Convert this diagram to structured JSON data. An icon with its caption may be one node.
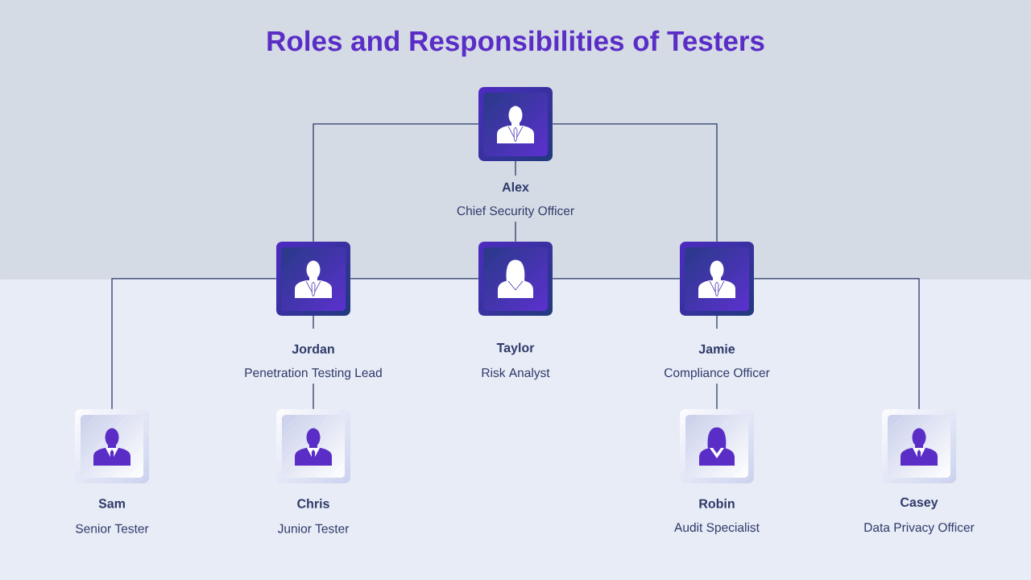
{
  "diagram": {
    "title": "Roles and Responsibilities of Testers",
    "nodes": [
      {
        "text": [
          "Alex",
          "Chief Security Officer"
        ]
      },
      {
        "text": [
          "Jordan",
          "Penetration Testing Lead"
        ]
      },
      {
        "text": [
          "Taylor",
          "Risk Analyst"
        ]
      },
      {
        "text": [
          "Jamie",
          "Compliance Officer"
        ]
      },
      {
        "text": [
          "Sam",
          "Senior Tester"
        ]
      },
      {
        "text": [
          "Chris",
          "Junior Tester"
        ]
      },
      {
        "text": [
          "Robin",
          "Audit Specialist"
        ]
      },
      {
        "text": [
          "Casey",
          "Data Privacy Officer"
        ]
      }
    ],
    "edges": [
      {
        "from": 0,
        "to": 1,
        "arrow": "none"
      },
      {
        "from": 0,
        "to": 2,
        "arrow": "none"
      },
      {
        "from": 0,
        "to": 3,
        "arrow": "none"
      },
      {
        "from": 1,
        "to": 4,
        "arrow": "none"
      },
      {
        "from": 1,
        "to": 5,
        "arrow": "none"
      },
      {
        "from": 1,
        "to": 2,
        "arrow": "none"
      },
      {
        "from": 2,
        "to": 3,
        "arrow": "none"
      },
      {
        "from": 3,
        "to": 6,
        "arrow": "none"
      },
      {
        "from": 3,
        "to": 7,
        "arrow": "none"
      }
    ]
  }
}
